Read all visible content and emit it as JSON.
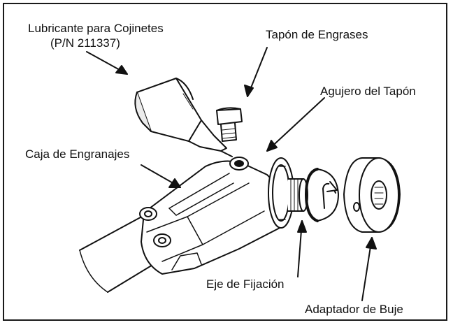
{
  "labels": {
    "lubricant": "Lubricante para Cojinetes",
    "lubricant_pn": "(P/N 211337)",
    "grease_plug": "Tapón de Engrases",
    "plug_hole": "Agujero del Tapón",
    "gear_box": "Caja de Engranajes",
    "shaft": "Eje de Fijación",
    "hub_adapter": "Adaptador de Buje"
  },
  "colors": {
    "line": "#111111",
    "paper": "#ffffff",
    "tint": "#ececec"
  }
}
